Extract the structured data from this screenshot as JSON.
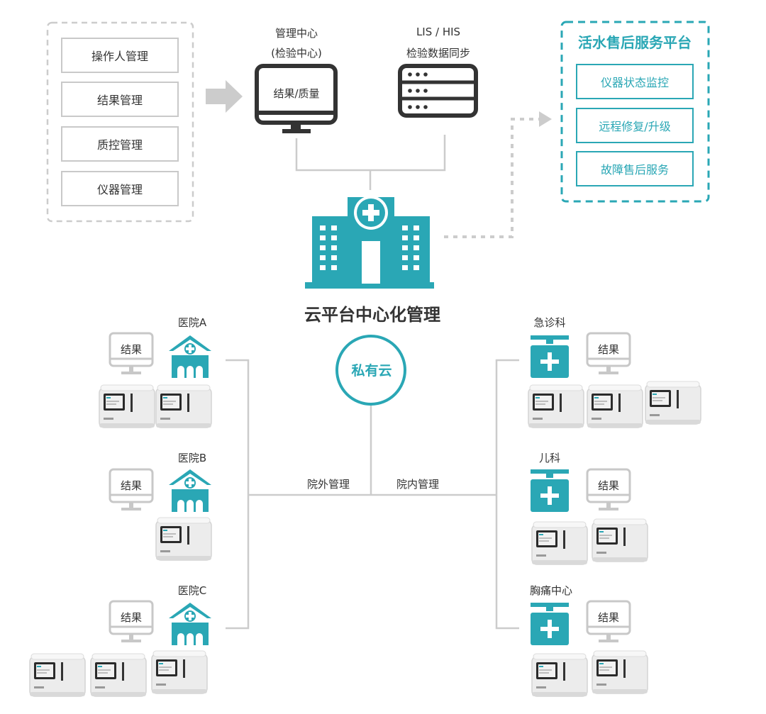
{
  "management_items": [
    "操作人管理",
    "结果管理",
    "质控管理",
    "仪器管理"
  ],
  "center": {
    "line1": "管理中心",
    "line2": "(检验中心)",
    "screen_text": "结果/质量"
  },
  "lis": {
    "line1": "LIS / HIS",
    "line2": "检验数据同步"
  },
  "service_platform": {
    "title": "活水售后服务平台",
    "items": [
      "仪器状态监控",
      "远程修复/升级",
      "故障售后服务"
    ]
  },
  "platform_title": "云平台中心化管理",
  "cloud_label": "私有云",
  "outside_label": "院外管理",
  "inside_label": "院内管理",
  "result_label": "结果",
  "hospitals": [
    "医院A",
    "医院B",
    "医院C"
  ],
  "departments": [
    "急诊科",
    "儿科",
    "胸痛中心"
  ],
  "colors": {
    "teal": "#2aa7b5",
    "gray_line": "#cccccc",
    "dark": "#333333"
  }
}
